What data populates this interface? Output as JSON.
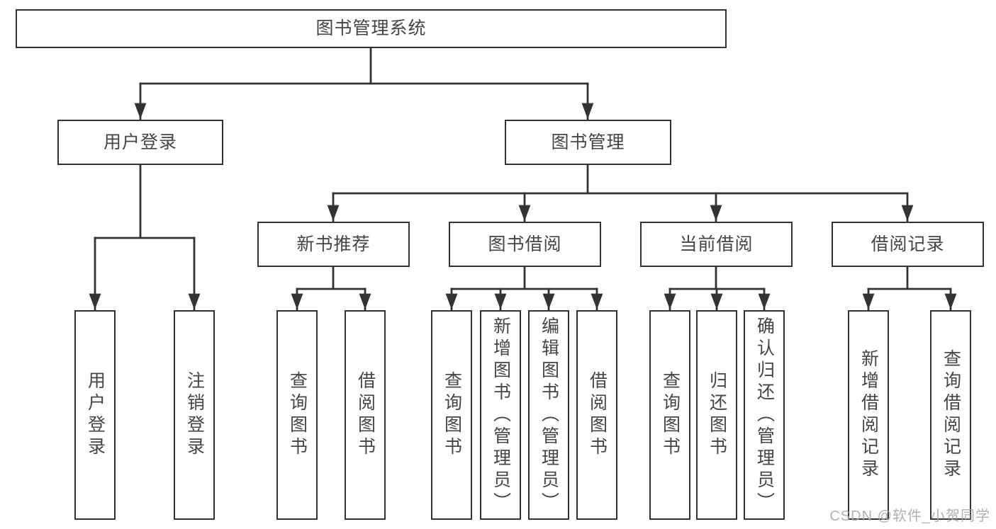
{
  "diagram": {
    "type": "hierarchy-tree",
    "root": {
      "label": "图书管理系统",
      "children": [
        {
          "label": "用户登录",
          "children": [
            "用户登录",
            "注销登录"
          ]
        },
        {
          "label": "图书管理",
          "children": [
            {
              "label": "新书推荐",
              "children": [
                "查询图书",
                "借阅图书"
              ]
            },
            {
              "label": "图书借阅",
              "children": [
                "查询图书",
                "新增图书（管理员）",
                "编辑图书（管理员）",
                "借阅图书"
              ]
            },
            {
              "label": "当前借阅",
              "children": [
                "查询图书",
                "归还图书",
                "确认归还（管理员）"
              ]
            },
            {
              "label": "借阅记录",
              "children": [
                "新增借阅记录",
                "查询借阅记录"
              ]
            }
          ]
        }
      ]
    },
    "colors": {
      "line": "#333333",
      "text": "#454545",
      "background": "#ffffff",
      "watermark": "#a9a9a9"
    }
  },
  "watermark": {
    "text": "CSDN @软件_小贺同学"
  }
}
